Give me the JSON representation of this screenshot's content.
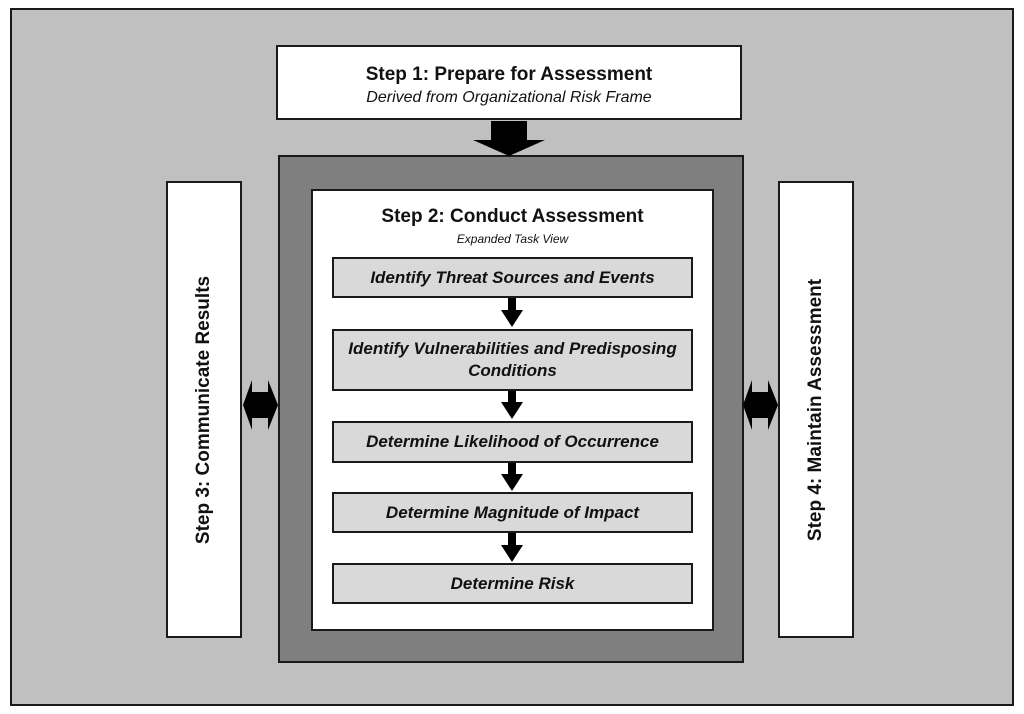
{
  "step1": {
    "title": "Step 1: Prepare for Assessment",
    "subtitle": "Derived from Organizational Risk Frame"
  },
  "step2": {
    "title": "Step 2: Conduct Assessment",
    "subtitle": "Expanded Task View",
    "tasks": [
      "Identify Threat Sources and Events",
      "Identify Vulnerabilities and Predisposing Conditions",
      "Determine Likelihood of Occurrence",
      "Determine Magnitude of Impact",
      "Determine Risk"
    ]
  },
  "step3": {
    "label": "Step 3: Communicate Results"
  },
  "step4": {
    "label": "Step 4: Maintain Assessment"
  },
  "colors": {
    "background": "#c0c0c0",
    "outer_box": "#7f7f7f",
    "task_fill": "#d9d9d9",
    "arrow": "#000000"
  }
}
